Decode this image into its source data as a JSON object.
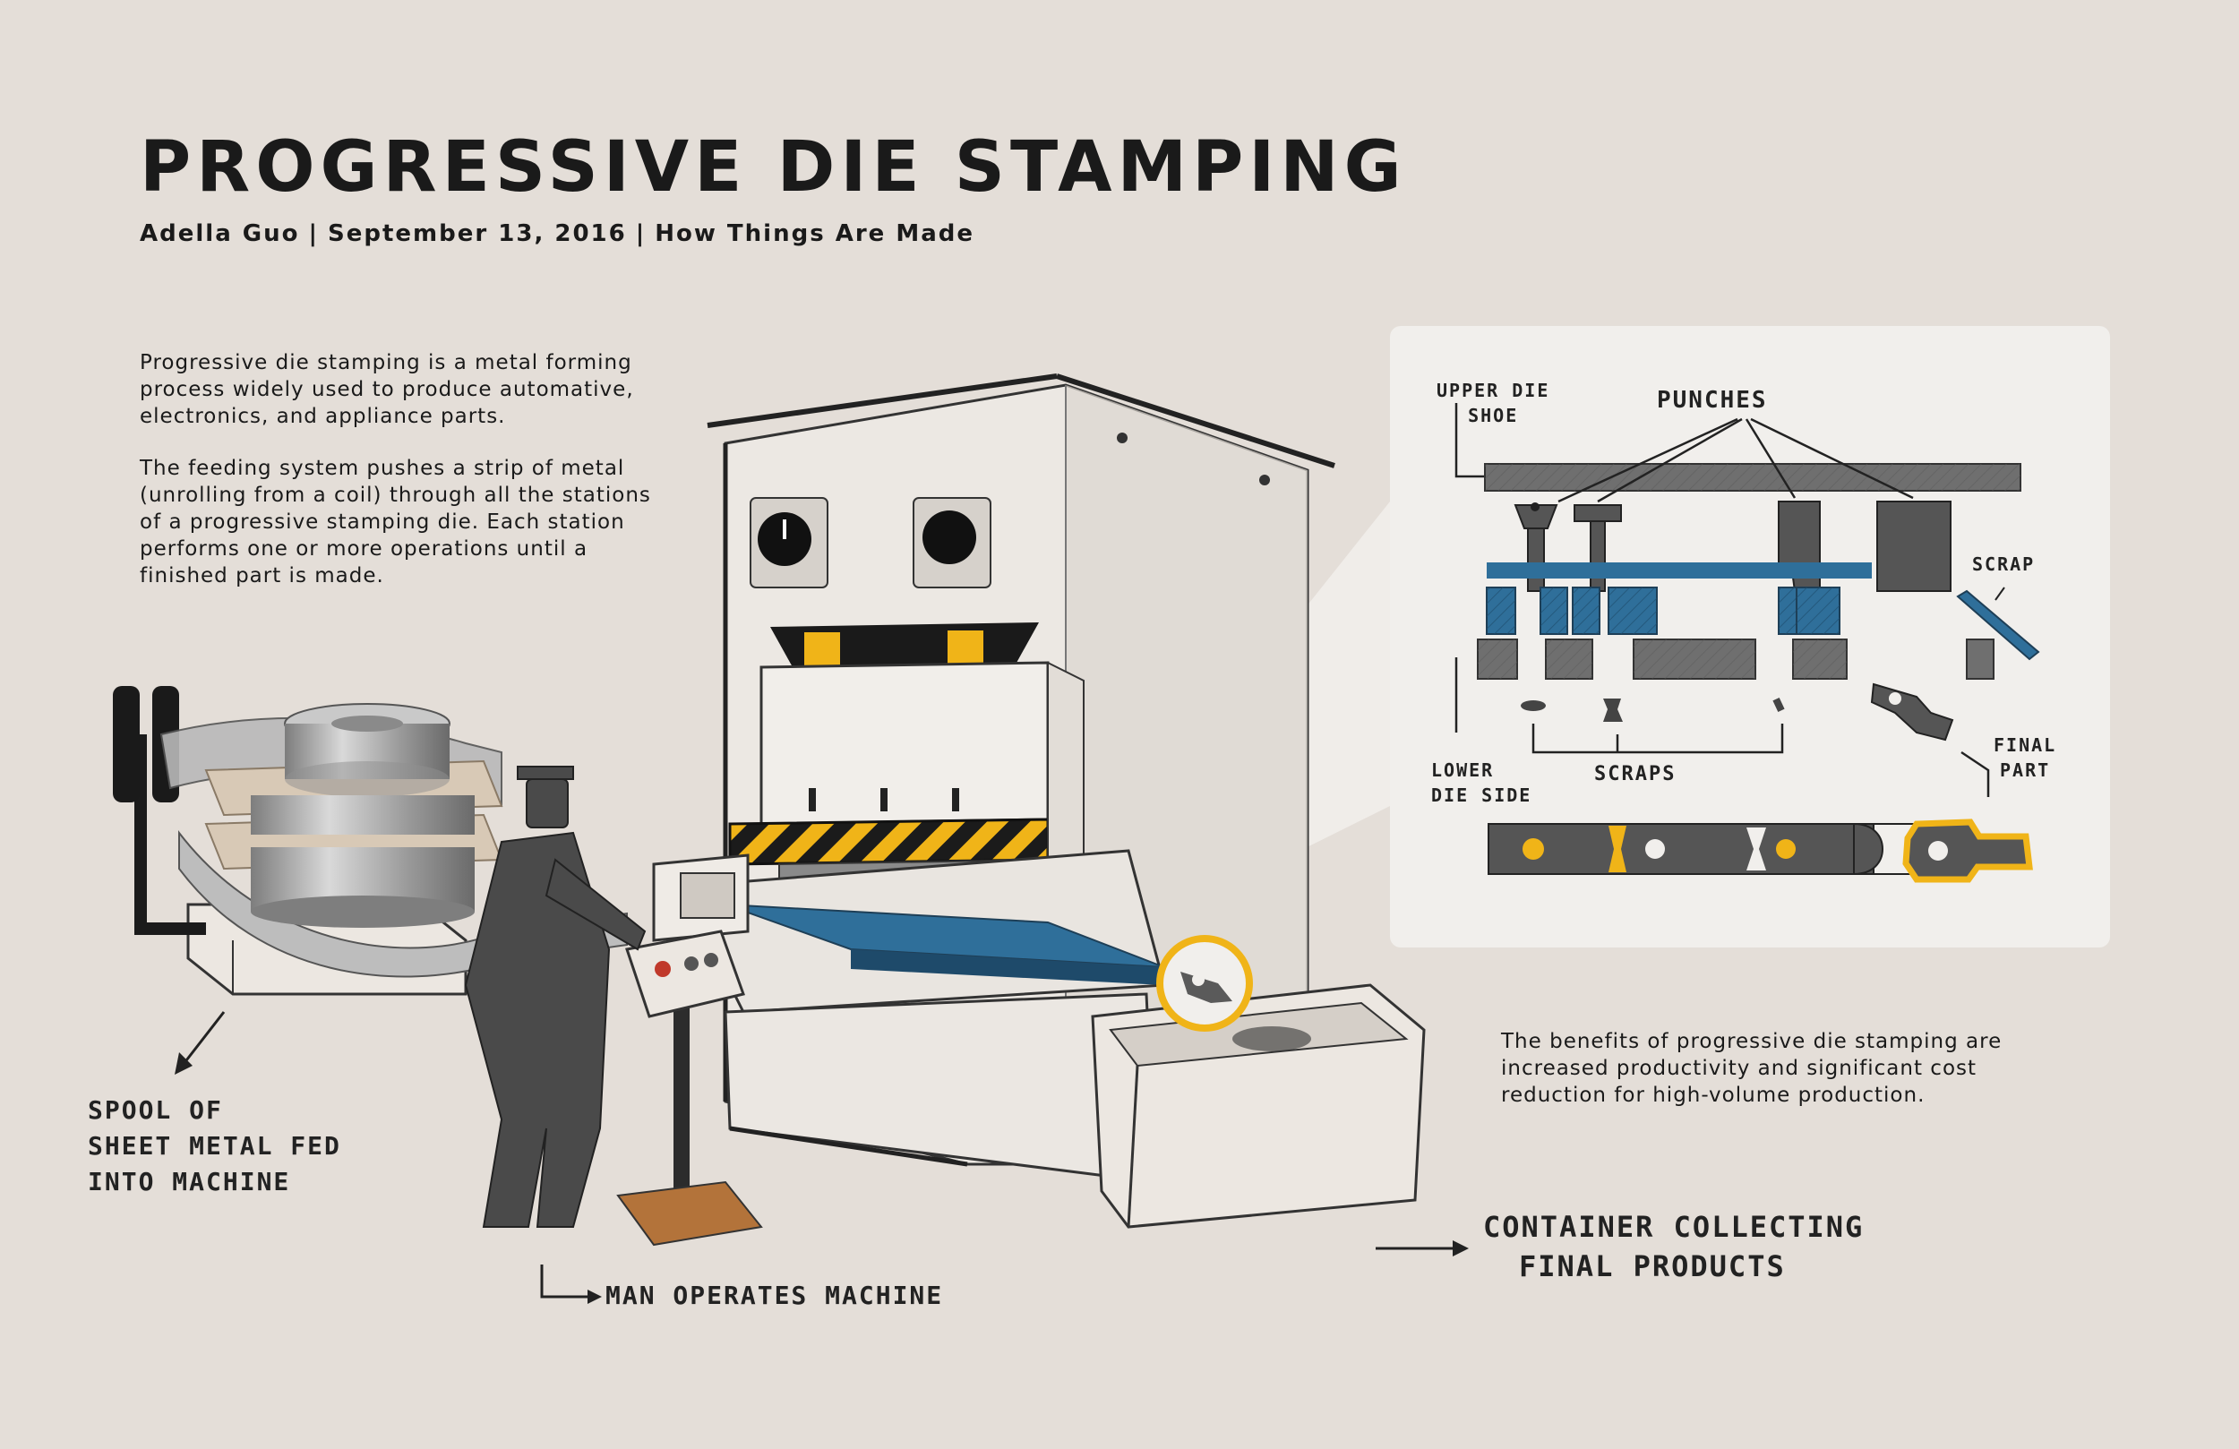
{
  "header": {
    "title": "PROGRESSIVE DIE STAMPING",
    "author": "Adella Guo",
    "date": "September 13, 2016",
    "series": "How Things Are Made",
    "separator": "|"
  },
  "intro": {
    "paragraph_1": "Progressive die stamping is a metal forming process widely used to produce automative, electronics, and appliance parts.",
    "paragraph_2": "The feeding system pushes a strip of metal (unrolling from a coil) through all the stations of a progressive stamping die. Each station performs one or more operations until a finished part is made."
  },
  "benefits": {
    "text": "The benefits of progressive die stamping are increased productivity and significant cost reduction for high-volume production."
  },
  "callouts": {
    "spool": [
      "SPOOL OF",
      "SHEET METAL FED",
      "INTO MACHINE"
    ],
    "operator": "MAN OPERATES MACHINE",
    "container": [
      "CONTAINER COLLECTING",
      "FINAL PRODUCTS"
    ]
  },
  "die_diagram": {
    "upper_die_shoe": [
      "UPPER DIE",
      "SHOE"
    ],
    "punches": "PUNCHES",
    "scrap": "SCRAP",
    "lower_die_side": [
      "LOWER",
      "DIE SIDE"
    ],
    "scraps": "SCRAPS",
    "final_part": [
      "FINAL",
      "PART"
    ]
  },
  "colors": {
    "background": "#e4ded8",
    "panel": "#f1efec",
    "accent_yellow": "#f0b418",
    "die_blue": "#2f6f9a",
    "steel_gray": "#6f6f6f",
    "operator_gray": "#4a4a4a"
  }
}
